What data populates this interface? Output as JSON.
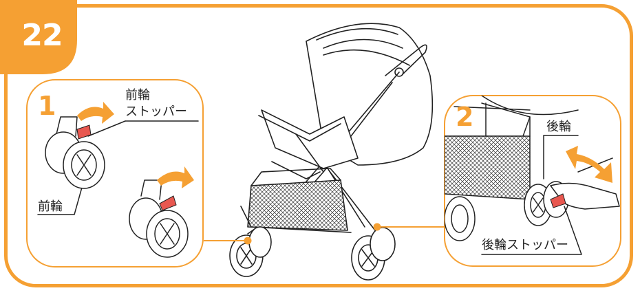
{
  "step": {
    "number": "22"
  },
  "left_panel": {
    "sub_step": "1",
    "front_stopper_label_line1": "前輪",
    "front_stopper_label_line2": "ストッパー",
    "front_wheel_label": "前輪"
  },
  "right_panel": {
    "sub_step": "2",
    "rear_wheel_label": "後輪",
    "rear_stopper_label": "後輪ストッパー"
  },
  "colors": {
    "accent": "#F5A033",
    "stopper": "#E8574F",
    "line": "#222222"
  }
}
